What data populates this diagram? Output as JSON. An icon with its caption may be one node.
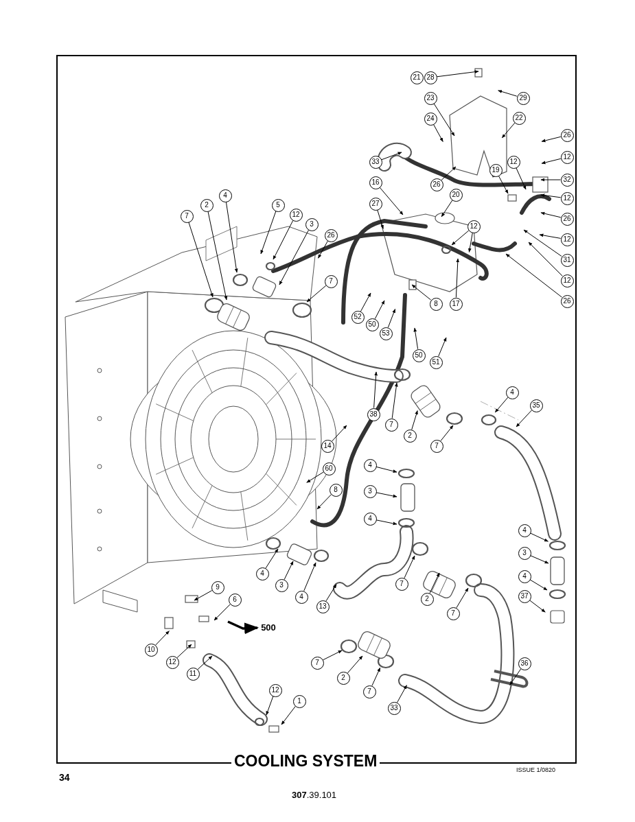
{
  "diagram": {
    "title": "COOLING SYSTEM",
    "nodes": [
      {
        "text": [
          "21"
        ]
      },
      {
        "text": [
          "28"
        ]
      },
      {
        "text": [
          "23"
        ]
      },
      {
        "text": [
          "29"
        ]
      },
      {
        "text": [
          "24"
        ]
      },
      {
        "text": [
          "22"
        ]
      },
      {
        "text": [
          "26"
        ]
      },
      {
        "text": [
          "12"
        ]
      },
      {
        "text": [
          "33"
        ]
      },
      {
        "text": [
          "19"
        ]
      },
      {
        "text": [
          "12"
        ]
      },
      {
        "text": [
          "32"
        ]
      },
      {
        "text": [
          "16"
        ]
      },
      {
        "text": [
          "26"
        ]
      },
      {
        "text": [
          "20"
        ]
      },
      {
        "text": [
          "7"
        ]
      },
      {
        "text": [
          "2"
        ]
      },
      {
        "text": [
          "4"
        ]
      },
      {
        "text": [
          "5"
        ]
      },
      {
        "text": [
          "12"
        ]
      },
      {
        "text": [
          "3"
        ]
      },
      {
        "text": [
          "26"
        ]
      },
      {
        "text": [
          "12"
        ]
      },
      {
        "text": [
          "27"
        ]
      },
      {
        "text": [
          "26"
        ]
      },
      {
        "text": [
          "12"
        ]
      },
      {
        "text": [
          "12"
        ]
      },
      {
        "text": [
          "31"
        ]
      },
      {
        "text": [
          "7"
        ]
      },
      {
        "text": [
          "12"
        ]
      },
      {
        "text": [
          "26"
        ]
      },
      {
        "text": [
          "8"
        ]
      },
      {
        "text": [
          "17"
        ]
      },
      {
        "text": [
          "52"
        ]
      },
      {
        "text": [
          "50"
        ]
      },
      {
        "text": [
          "53"
        ]
      },
      {
        "text": [
          "50"
        ]
      },
      {
        "text": [
          "51"
        ]
      },
      {
        "text": [
          "4"
        ]
      },
      {
        "text": [
          "35"
        ]
      },
      {
        "text": [
          "38"
        ]
      },
      {
        "text": [
          "7"
        ]
      },
      {
        "text": [
          "2"
        ]
      },
      {
        "text": [
          "7"
        ]
      },
      {
        "text": [
          "14"
        ]
      },
      {
        "text": [
          "4"
        ]
      },
      {
        "text": [
          "60"
        ]
      },
      {
        "text": [
          "8"
        ]
      },
      {
        "text": [
          "3"
        ]
      },
      {
        "text": [
          "4"
        ]
      },
      {
        "text": [
          "4"
        ]
      },
      {
        "text": [
          "3"
        ]
      },
      {
        "text": [
          "4"
        ]
      },
      {
        "text": [
          "4"
        ]
      },
      {
        "text": [
          "7"
        ]
      },
      {
        "text": [
          "3"
        ]
      },
      {
        "text": [
          "9"
        ]
      },
      {
        "text": [
          "4"
        ]
      },
      {
        "text": [
          "37"
        ]
      },
      {
        "text": [
          "2"
        ]
      },
      {
        "text": [
          "6"
        ]
      },
      {
        "text": [
          "13"
        ]
      },
      {
        "text": [
          "7"
        ]
      },
      {
        "text": [
          "500"
        ]
      },
      {
        "text": [
          "10"
        ]
      },
      {
        "text": [
          "7"
        ]
      },
      {
        "text": [
          "12"
        ]
      },
      {
        "text": [
          "36"
        ]
      },
      {
        "text": [
          "11"
        ]
      },
      {
        "text": [
          "2"
        ]
      },
      {
        "text": [
          "12"
        ]
      },
      {
        "text": [
          "7"
        ]
      },
      {
        "text": [
          "1"
        ]
      },
      {
        "text": [
          "33"
        ]
      }
    ],
    "edges": [
      {
        "from": 1,
        "to": null,
        "arrow": "to"
      },
      {
        "from": 2,
        "to": null,
        "arrow": "to"
      },
      {
        "from": 3,
        "to": null,
        "arrow": "to"
      },
      {
        "from": 4,
        "to": null,
        "arrow": "to"
      },
      {
        "from": 5,
        "to": null,
        "arrow": "to"
      },
      {
        "from": 6,
        "to": null,
        "arrow": "to"
      },
      {
        "from": 7,
        "to": null,
        "arrow": "to"
      },
      {
        "from": 8,
        "to": null,
        "arrow": "to"
      },
      {
        "from": 9,
        "to": null,
        "arrow": "to"
      },
      {
        "from": 10,
        "to": null,
        "arrow": "to"
      },
      {
        "from": 11,
        "to": null,
        "arrow": "to"
      },
      {
        "from": 12,
        "to": null,
        "arrow": "to"
      },
      {
        "from": 13,
        "to": null,
        "arrow": "to"
      },
      {
        "from": 14,
        "to": null,
        "arrow": "to"
      },
      {
        "from": 15,
        "to": null,
        "arrow": "to"
      },
      {
        "from": 16,
        "to": null,
        "arrow": "to"
      },
      {
        "from": 17,
        "to": null,
        "arrow": "to"
      },
      {
        "from": 18,
        "to": null,
        "arrow": "to"
      },
      {
        "from": 19,
        "to": null,
        "arrow": "to"
      },
      {
        "from": 20,
        "to": null,
        "arrow": "to"
      },
      {
        "from": 21,
        "to": null,
        "arrow": "to"
      },
      {
        "from": 22,
        "to": null,
        "arrow": "to"
      },
      {
        "from": 23,
        "to": null,
        "arrow": "to"
      },
      {
        "from": 24,
        "to": null,
        "arrow": "to"
      },
      {
        "from": 25,
        "to": null,
        "arrow": "to"
      },
      {
        "from": 25,
        "to": null,
        "arrow": "to"
      },
      {
        "from": 26,
        "to": null,
        "arrow": "to"
      },
      {
        "from": 27,
        "to": null,
        "arrow": "to"
      },
      {
        "from": 28,
        "to": null,
        "arrow": "to"
      },
      {
        "from": 29,
        "to": null,
        "arrow": "to"
      },
      {
        "from": 30,
        "to": null,
        "arrow": "to"
      },
      {
        "from": 31,
        "to": null,
        "arrow": "to"
      },
      {
        "from": 32,
        "to": null,
        "arrow": "to"
      },
      {
        "from": 33,
        "to": null,
        "arrow": "to"
      },
      {
        "from": 34,
        "to": null,
        "arrow": "to"
      },
      {
        "from": 35,
        "to": null,
        "arrow": "to"
      },
      {
        "from": 36,
        "to": null,
        "arrow": "to"
      },
      {
        "from": 37,
        "to": null,
        "arrow": "to"
      },
      {
        "from": 38,
        "to": null,
        "arrow": "to"
      },
      {
        "from": 39,
        "to": null,
        "arrow": "to"
      },
      {
        "from": 40,
        "to": null,
        "arrow": "to"
      },
      {
        "from": 41,
        "to": null,
        "arrow": "to"
      },
      {
        "from": 42,
        "to": null,
        "arrow": "to"
      },
      {
        "from": 43,
        "to": null,
        "arrow": "to"
      },
      {
        "from": 44,
        "to": null,
        "arrow": "to"
      },
      {
        "from": 45,
        "to": null,
        "arrow": "to"
      },
      {
        "from": 46,
        "to": null,
        "arrow": "to"
      },
      {
        "from": 47,
        "to": null,
        "arrow": "to"
      },
      {
        "from": 48,
        "to": null,
        "arrow": "to"
      },
      {
        "from": 49,
        "to": null,
        "arrow": "to"
      },
      {
        "from": 50,
        "to": null,
        "arrow": "to"
      },
      {
        "from": 51,
        "to": null,
        "arrow": "to"
      },
      {
        "from": 52,
        "to": null,
        "arrow": "to"
      },
      {
        "from": 53,
        "to": null,
        "arrow": "to"
      },
      {
        "from": 54,
        "to": null,
        "arrow": "to"
      },
      {
        "from": 55,
        "to": null,
        "arrow": "to"
      },
      {
        "from": 56,
        "to": null,
        "arrow": "to"
      },
      {
        "from": 57,
        "to": null,
        "arrow": "to"
      },
      {
        "from": 58,
        "to": null,
        "arrow": "to"
      },
      {
        "from": 59,
        "to": null,
        "arrow": "to"
      },
      {
        "from": 60,
        "to": null,
        "arrow": "to"
      },
      {
        "from": 61,
        "to": null,
        "arrow": "to"
      },
      {
        "from": 62,
        "to": null,
        "arrow": "to"
      },
      {
        "from": null,
        "to": 63,
        "arrow": "to",
        "style": "thick"
      },
      {
        "from": 64,
        "to": null,
        "arrow": "to"
      },
      {
        "from": 65,
        "to": null,
        "arrow": "to"
      },
      {
        "from": 66,
        "to": null,
        "arrow": "to"
      },
      {
        "from": 67,
        "to": null,
        "arrow": "to"
      },
      {
        "from": 68,
        "to": null,
        "arrow": "to"
      },
      {
        "from": 69,
        "to": null,
        "arrow": "to"
      },
      {
        "from": 70,
        "to": null,
        "arrow": "to"
      },
      {
        "from": 71,
        "to": null,
        "arrow": "to"
      },
      {
        "from": 72,
        "to": null,
        "arrow": "to"
      },
      {
        "from": 73,
        "to": null,
        "arrow": "to"
      }
    ],
    "labels": [
      "34",
      "ISSUE 1/0820",
      "**307**.39.101"
    ]
  }
}
